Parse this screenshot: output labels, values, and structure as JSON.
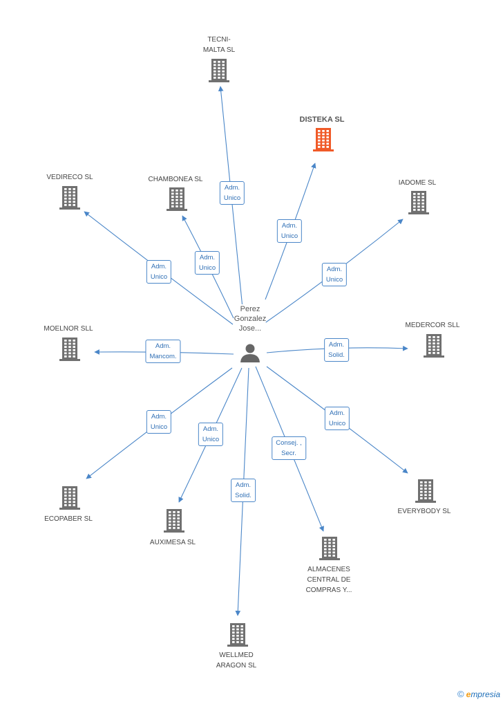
{
  "center": {
    "name": "Perez\nGonzalez\nJose...",
    "icon": "person-icon"
  },
  "nodes": [
    {
      "id": "tecni-malta",
      "label": "TECNI-\nMALTA SL",
      "highlight": false,
      "relation": "Adm.\nUnico"
    },
    {
      "id": "disteka",
      "label": "DISTEKA SL",
      "highlight": true,
      "relation": "Adm.\nUnico"
    },
    {
      "id": "vedireco",
      "label": "VEDIRECO SL",
      "highlight": false,
      "relation": "Adm.\nUnico"
    },
    {
      "id": "chambonea",
      "label": "CHAMBONEA SL",
      "highlight": false,
      "relation": "Adm.\nUnico"
    },
    {
      "id": "iadome",
      "label": "IADOME  SL",
      "highlight": false,
      "relation": "Adm.\nUnico"
    },
    {
      "id": "moelnor",
      "label": "MOELNOR SLL",
      "highlight": false,
      "relation": "Adm.\nMancom."
    },
    {
      "id": "medercor",
      "label": "MEDERCOR SLL",
      "highlight": false,
      "relation": "Adm.\nSolid."
    },
    {
      "id": "ecopaber",
      "label": "ECOPABER SL",
      "highlight": false,
      "relation": "Adm.\nUnico"
    },
    {
      "id": "auximesa",
      "label": "AUXIMESA SL",
      "highlight": false,
      "relation": "Adm.\nUnico"
    },
    {
      "id": "wellmed",
      "label": "WELLMED\nARAGON  SL",
      "highlight": false,
      "relation": "Adm.\nSolid."
    },
    {
      "id": "almacenes",
      "label": "ALMACENES\nCENTRAL DE\nCOMPRAS Y...",
      "highlight": false,
      "relation": "Consej. ,\nSecr."
    },
    {
      "id": "everybody",
      "label": "EVERYBODY SL",
      "highlight": false,
      "relation": "Adm.\nUnico"
    }
  ],
  "colors": {
    "edge": "#4a86c8",
    "building": "#707070",
    "highlight": "#f05a28"
  },
  "footer": {
    "copyright": "©",
    "brand_e": "e",
    "brand_rest": "mpresia"
  }
}
